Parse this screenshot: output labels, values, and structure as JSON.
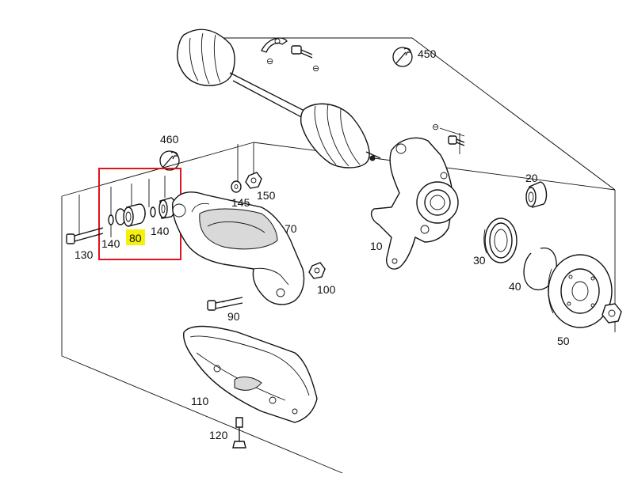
{
  "labels": {
    "p10": "10",
    "p20": "20",
    "p30": "30",
    "p40": "40",
    "p50": "50",
    "p70": "70",
    "p80": "80",
    "p90": "90",
    "p100": "100",
    "p110": "110",
    "p120": "120",
    "p130": "130",
    "p140a": "140",
    "p140b": "140",
    "p145": "145",
    "p150": "150",
    "p450": "450",
    "p460": "460"
  },
  "icons": {
    "wrench_450": "wrench-symbol",
    "wrench_460": "wrench-symbol",
    "screwdriver": "screwdriver-symbol"
  },
  "colors": {
    "highlight_box": "#e0141e",
    "highlight_label": "#f5f00a",
    "ink": "#111111"
  }
}
